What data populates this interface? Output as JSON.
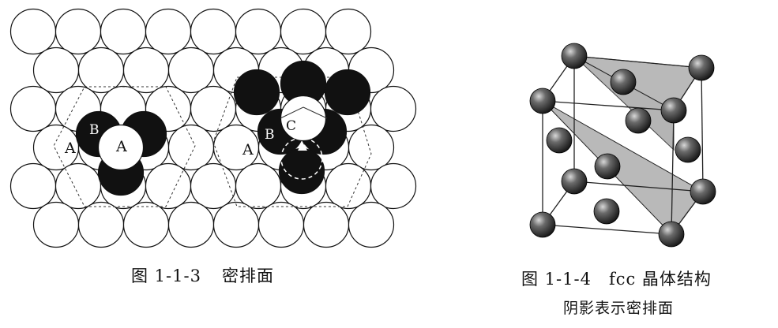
{
  "figure_left": {
    "number": "图 1-1-3",
    "title": "密排面",
    "layer_labels": {
      "a_left": "A",
      "b_left": "B",
      "a_center": "A",
      "a_right": "A",
      "b_right": "B",
      "c_right": "C"
    }
  },
  "figure_right": {
    "number": "图 1-1-4",
    "title": "fcc 晶体结构",
    "subtitle": "阴影表示密排面"
  },
  "colors": {
    "ink": "#111111",
    "plane_fill": "#b9b9b9",
    "atom_dark": "#1a1a1a",
    "atom_light": "#9a9a9a"
  }
}
